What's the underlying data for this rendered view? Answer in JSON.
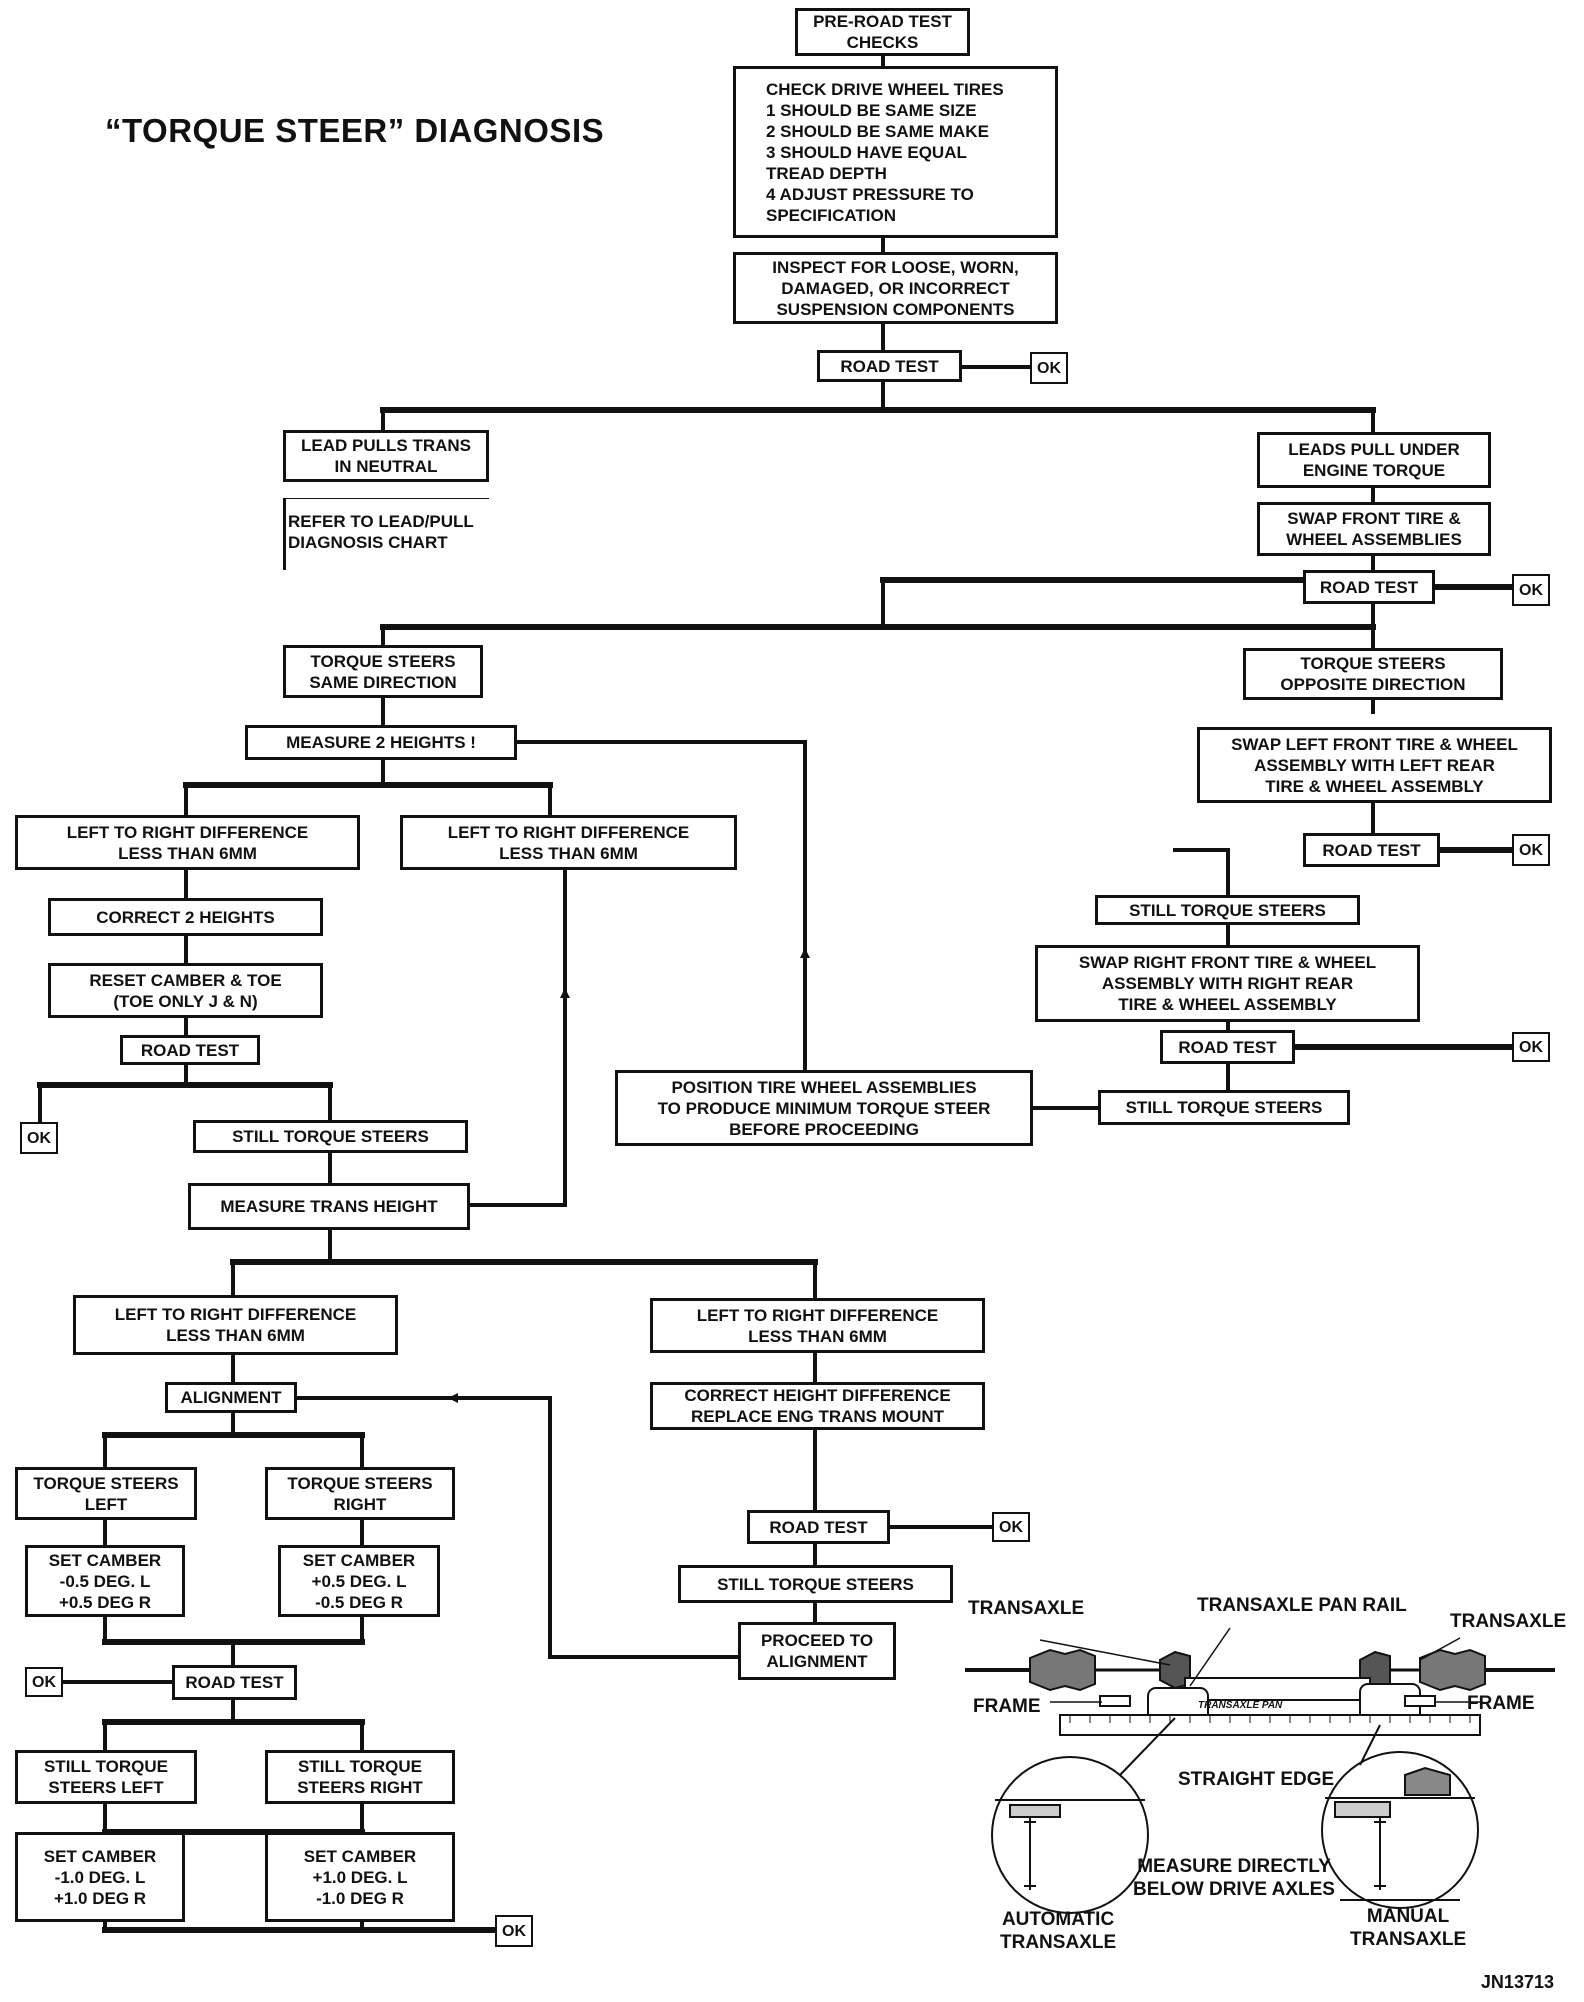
{
  "title": "“TORQUE STEER” DIAGNOSIS",
  "figure_code": "JN13713",
  "ok": "OK",
  "nodes": {
    "pre_road_test": "PRE-ROAD TEST\nCHECKS",
    "check_tires": "CHECK DRIVE WHEEL TIRES\n1 SHOULD BE SAME SIZE\n2 SHOULD BE SAME MAKE\n3 SHOULD HAVE EQUAL\n   TREAD DEPTH\n4 ADJUST PRESSURE TO\n   SPECIFICATION",
    "inspect": "INSPECT FOR LOOSE, WORN,\nDAMAGED, OR INCORRECT\nSUSPENSION COMPONENTS",
    "road_test": "ROAD TEST",
    "lead_neutral": "LEAD PULLS TRANS\nIN NEUTRAL",
    "refer_chart": "REFER TO LEAD/PULL\nDIAGNOSIS CHART",
    "leads_torque": "LEADS PULL UNDER\nENGINE TORQUE",
    "swap_front": "SWAP FRONT TIRE &\nWHEEL ASSEMBLIES",
    "same_direction": "TORQUE STEERS\nSAME DIRECTION",
    "opposite_direction": "TORQUE STEERS\nOPPOSITE DIRECTION",
    "measure_z": "MEASURE 2 HEIGHTS !",
    "diff_less_a": "LEFT TO RIGHT DIFFERENCE\nLESS THAN 6mm",
    "diff_less_b": "LEFT TO RIGHT DIFFERENCE\nLESS THAN 6mm",
    "correct_z": "CORRECT 2 HEIGHTS",
    "reset_camber": "RESET CAMBER & TOE\n(TOE ONLY J & N)",
    "still_torque": "STILL TORQUE STEERS",
    "measure_trans": "MEASURE TRANS HEIGHT",
    "position_tires": "POSITION TIRE WHEEL ASSEMBLIES\nTO PRODUCE MINIMUM TORQUE STEER\nBEFORE PROCEEDING",
    "swap_left": "SWAP LEFT FRONT TIRE & WHEEL\nASSEMBLY WITH LEFT REAR\nTIRE & WHEEL ASSEMBLY",
    "swap_right": "SWAP RIGHT FRONT TIRE & WHEEL\nASSEMBLY WITH RIGHT REAR\nTIRE & WHEEL ASSEMBLY",
    "alignment": "ALIGNMENT",
    "correct_height": "CORRECT HEIGHT DIFFERENCE\nREPLACE ENG TRANS MOUNT",
    "torque_left": "TORQUE STEERS\nLEFT",
    "torque_right": "TORQUE STEERS\nRIGHT",
    "set_camber_05_l": "SET CAMBER\n-0.5 DEG. L\n+0.5 DEG R",
    "set_camber_05_r": "SET CAMBER\n+0.5 DEG. L\n-0.5 DEG R",
    "proceed_alignment": "PROCEED TO\nALIGNMENT",
    "still_left": "STILL TORQUE\nSTEERS LEFT",
    "still_right": "STILL TORQUE\nSTEERS RIGHT",
    "set_camber_10_l": "SET CAMBER\n-1.0 DEG. L\n+1.0 DEG R",
    "set_camber_10_r": "SET CAMBER\n+1.0 DEG. L\n-1.0 DEG R"
  },
  "figure_labels": {
    "transaxle_left": "TRANSAXLE",
    "transaxle_pan_rail": "TRANSAXLE PAN RAIL",
    "transaxle_right": "TRANSAXLE",
    "frame_left": "FRAME",
    "frame_right": "FRAME",
    "straight_edge": "STRAIGHT EDGE",
    "measure_directly": "MEASURE DIRECTLY\nBELOW DRIVE AXLES",
    "automatic": "AUTOMATIC\nTRANSAXLE",
    "manual": "MANUAL\nTRANSAXLE",
    "pan_rail_small": "TRANSAXLE PAN"
  }
}
